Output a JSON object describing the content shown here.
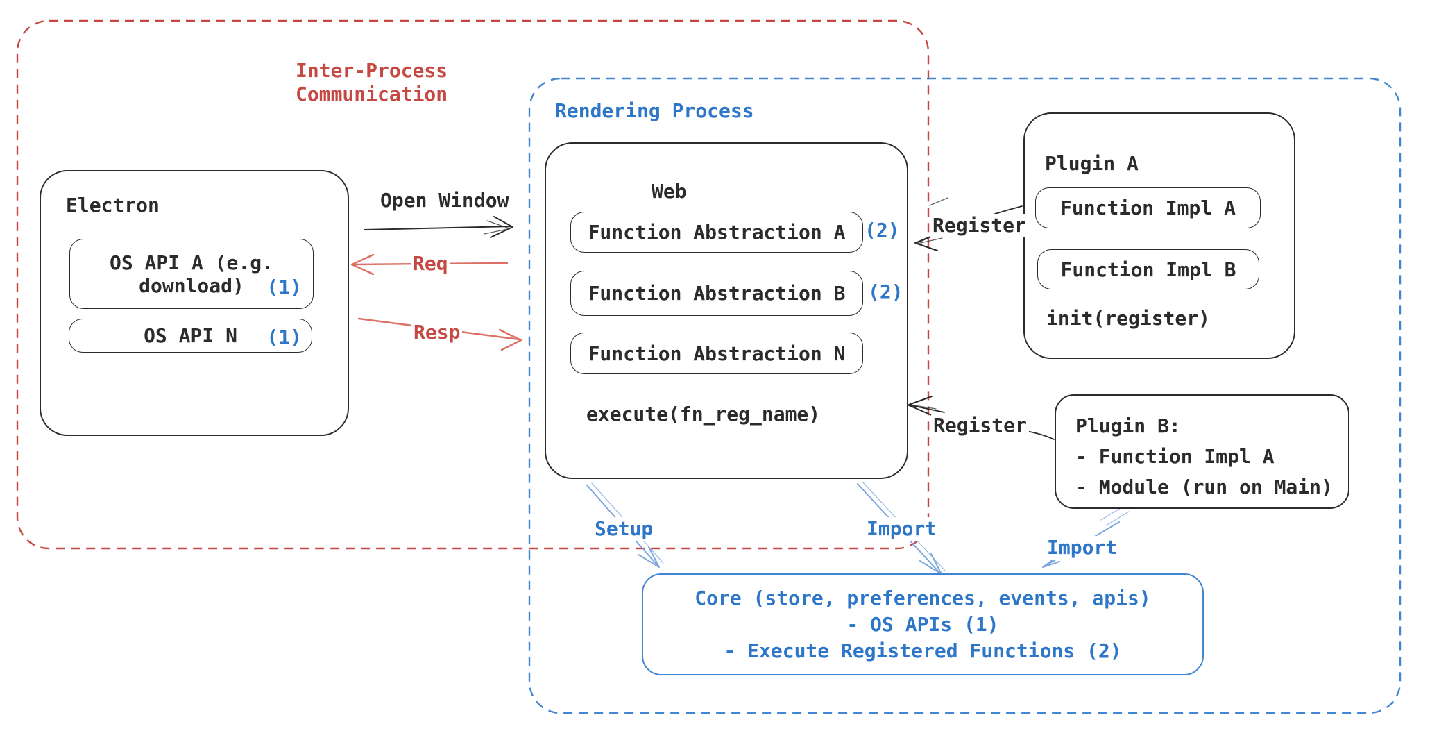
{
  "colors": {
    "ink": "#2b2b2b",
    "red": "#c64842",
    "red_arrow": "#dc6f66",
    "blue": "#2e76c8",
    "blue_dash": "#4285d2",
    "blue_arrow": "#7da7de"
  },
  "regions": {
    "ipc": {
      "line1": "Inter-Process",
      "line2": "Communication"
    },
    "rendering": {
      "label": "Rendering Process"
    }
  },
  "electron": {
    "title": "Electron",
    "os_api_a_line1": "OS API A (e.g.",
    "os_api_a_line2": "download)",
    "os_api_a_badge": "(1)",
    "os_api_n_label": "OS API N",
    "os_api_n_badge": "(1)"
  },
  "web": {
    "title": "Web",
    "abstraction_a": "Function Abstraction A",
    "abstraction_a_badge": "(2)",
    "abstraction_b": "Function Abstraction B",
    "abstraction_b_badge": "(2)",
    "abstraction_n": "Function Abstraction N",
    "execute_label": "execute(fn_reg_name)"
  },
  "plugin_a": {
    "title": "Plugin A",
    "impl_a": "Function Impl A",
    "impl_b": "Function Impl B",
    "init_label": "init(register)"
  },
  "plugin_b": {
    "title": "Plugin B:",
    "item_1": "- Function Impl A",
    "item_2": "- Module (run on Main)"
  },
  "core": {
    "line1": "Core (store, preferences, events, apis)",
    "line2": "- OS APIs (1)",
    "line3": "- Execute Registered Functions (2)"
  },
  "connectors": {
    "open_window": "Open Window",
    "req": "Req",
    "resp": "Resp",
    "register_top": "Register",
    "register_bottom": "Register",
    "setup": "Setup",
    "import_mid": "Import",
    "import_right": "Import"
  }
}
